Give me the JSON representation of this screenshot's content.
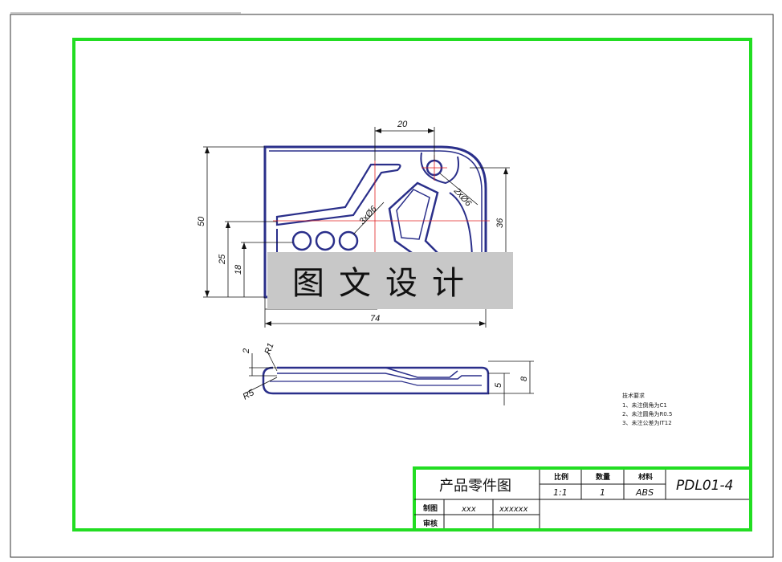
{
  "drawing": {
    "dimensions": {
      "top_width": "20",
      "overall_height": "50",
      "height_25": "25",
      "height_18": "18",
      "right_height": "36",
      "overall_width": "74",
      "hole_small": "2xØ6",
      "hole_three": "3xØ6",
      "thickness": "2",
      "radius_r1": "R1",
      "radius_r5": "R5",
      "side_height": "8",
      "side_inner": "5"
    },
    "watermark": "图文设计",
    "notes": {
      "title": "技术要求",
      "line1": "1、未注倒角为C1",
      "line2": "2、未注圆角为R0.5",
      "line3": "3、未注公差为IT12"
    }
  },
  "title_block": {
    "drawing_title": "产品零件图",
    "scale_label": "比例",
    "qty_label": "数量",
    "material_label": "材料",
    "scale_value": "1:1",
    "qty_value": "1",
    "material_value": "ABS",
    "part_number": "PDL01-4",
    "drawn_label": "制图",
    "drawn_by": "xxx",
    "drawn_date": "xxxxxx",
    "review_label": "审核"
  },
  "colors": {
    "frame": "#22dd22",
    "part": "#2a2f8a",
    "center_line": "#e02020",
    "dim_line": "#111111",
    "banner_bg": "#c8c8c8"
  }
}
